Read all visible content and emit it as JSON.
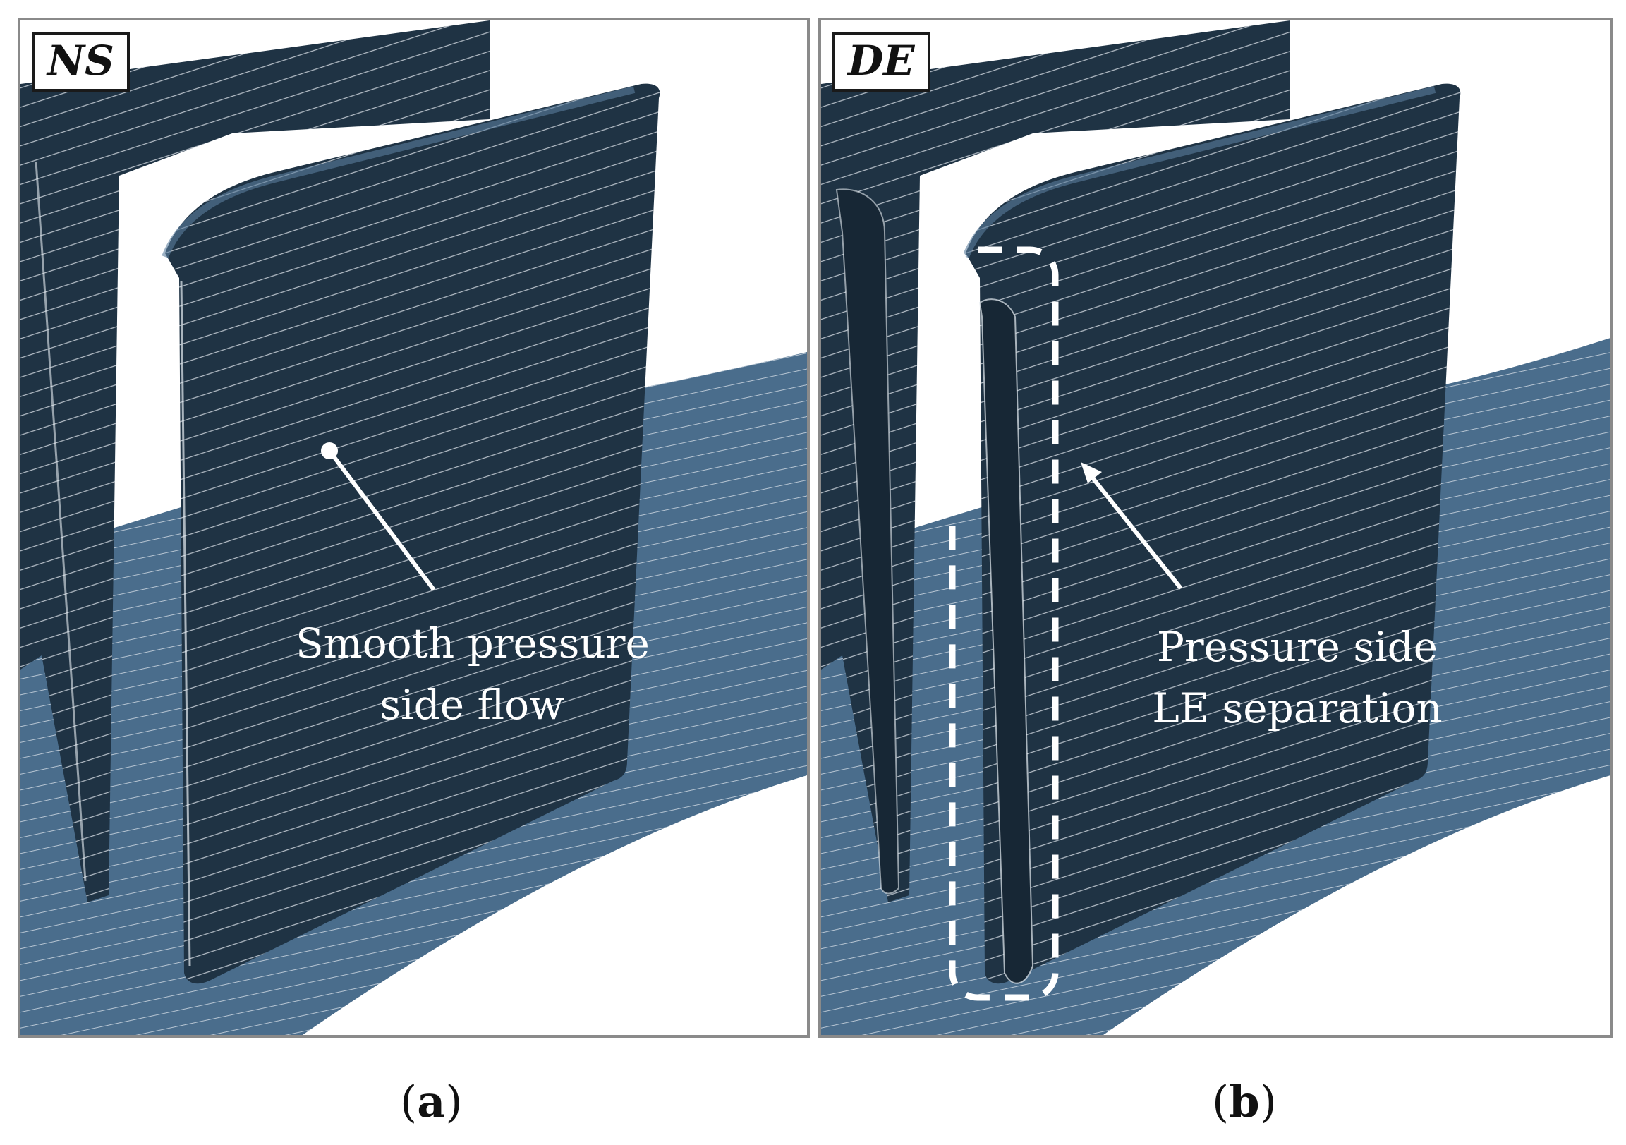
{
  "panels": [
    {
      "tag": "NS",
      "annotation_line1": "Smooth pressure",
      "annotation_line2": "side flow",
      "caption_letter": "a"
    },
    {
      "tag": "DE",
      "annotation_line1": "Pressure side",
      "annotation_line2": "LE separation",
      "caption_letter": "b"
    }
  ],
  "colors": {
    "blade": "#1f3344",
    "endwall": "#4a6d8c",
    "streamline": "#e6ecf2",
    "frame": "#8a8a8a"
  }
}
